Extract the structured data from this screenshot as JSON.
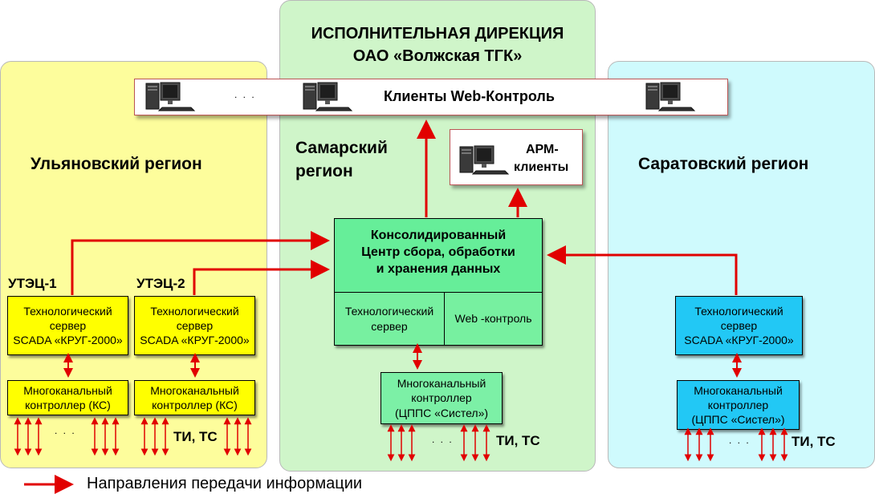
{
  "header": {
    "title_line1": "ИСПОЛНИТЕЛЬНАЯ ДИРЕКЦИЯ",
    "title_line2": "ОАО «Волжская ТГК»"
  },
  "web_clients": {
    "label": "Клиенты Web-Контроль",
    "ellipsis": ". . ."
  },
  "regions": {
    "ulyanovsk": {
      "title": "Ульяновский регион",
      "plant1": "УТЭЦ-1",
      "plant2": "УТЭЦ-2",
      "server1": {
        "line1": "Технологический",
        "line2": "сервер",
        "line3": "SCADA «КРУГ-2000»"
      },
      "server2": {
        "line1": "Технологический",
        "line2": "сервер",
        "line3": "SCADA «КРУГ-2000»"
      },
      "ctrl1": {
        "line1": "Многоканальный",
        "line2": "контроллер (КС)"
      },
      "ctrl2": {
        "line1": "Многоканальный",
        "line2": "контроллер (КС)"
      },
      "ellipsis": ". . .",
      "signals": "ТИ, ТС"
    },
    "samara": {
      "title_line1": "Самарский",
      "title_line2": "регион",
      "arm": {
        "line1": "АРМ-",
        "line2": "клиенты"
      },
      "center": {
        "line1": "Консолидированный",
        "line2": "Центр сбора, обработки",
        "line3": "и хранения данных"
      },
      "tech_server": {
        "line1": "Технологический",
        "line2": "сервер"
      },
      "web_control": "Web -контроль",
      "ctrl": {
        "line1": "Многоканальный",
        "line2": "контроллер",
        "line3": "(ЦППС «Систел»)"
      },
      "ellipsis": ". . .",
      "signals": "ТИ, ТС"
    },
    "saratov": {
      "title": "Саратовский регион",
      "server": {
        "line1": "Технологический",
        "line2": "сервер",
        "line3": "SCADA «КРУГ-2000»"
      },
      "ctrl": {
        "line1": "Многоканальный",
        "line2": "контроллер",
        "line3": "(ЦППС «Систел»)"
      },
      "ellipsis": ". . .",
      "signals": "ТИ, ТС"
    }
  },
  "legend": {
    "label": "Направления передачи информации"
  },
  "colors": {
    "ulyanovsk_bg": "#fdfd9c",
    "samara_bg": "#cff5c9",
    "saratov_bg": "#cffafd",
    "yellow_box": "#ffff00",
    "green_box": "#66ee99",
    "green_sub": "#77f0a0",
    "green_ctrl": "#7cf0a6",
    "blue_box": "#22c8f5",
    "arrow": "#e10000"
  },
  "icons": [
    "computer-icon"
  ]
}
